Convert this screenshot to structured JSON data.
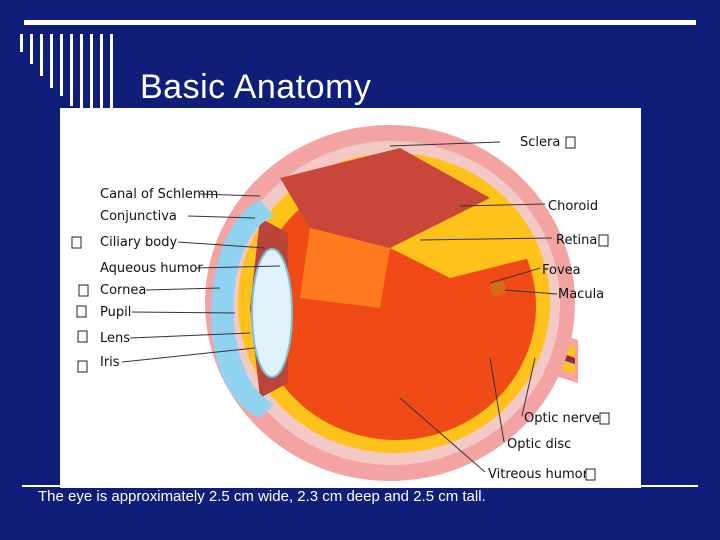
{
  "slide": {
    "title": "Basic Anatomy",
    "caption": "The eye is approximately 2.5 cm wide, 2.3 cm deep and 2.5 cm tall."
  },
  "diagram": {
    "left_labels": [
      "Canal of Schlemm",
      "Conjunctiva",
      "Ciliary body",
      "Aqueous humor",
      "Cornea",
      "Pupil",
      "Lens",
      "Iris"
    ],
    "right_labels": [
      "Sclera",
      "Choroid",
      "Retina",
      "Fovea",
      "Macula",
      "Optic nerve",
      "Optic disc",
      "Vitreous humor"
    ]
  },
  "colors": {
    "background": "#0f1f79",
    "sclera": "#f4a3a3",
    "choroid": "#f2c9c4",
    "retina": "#ffc21a",
    "vitreous": "#f04a16",
    "cornea": "#8fd3f0",
    "ciliary": "#b8443a"
  }
}
